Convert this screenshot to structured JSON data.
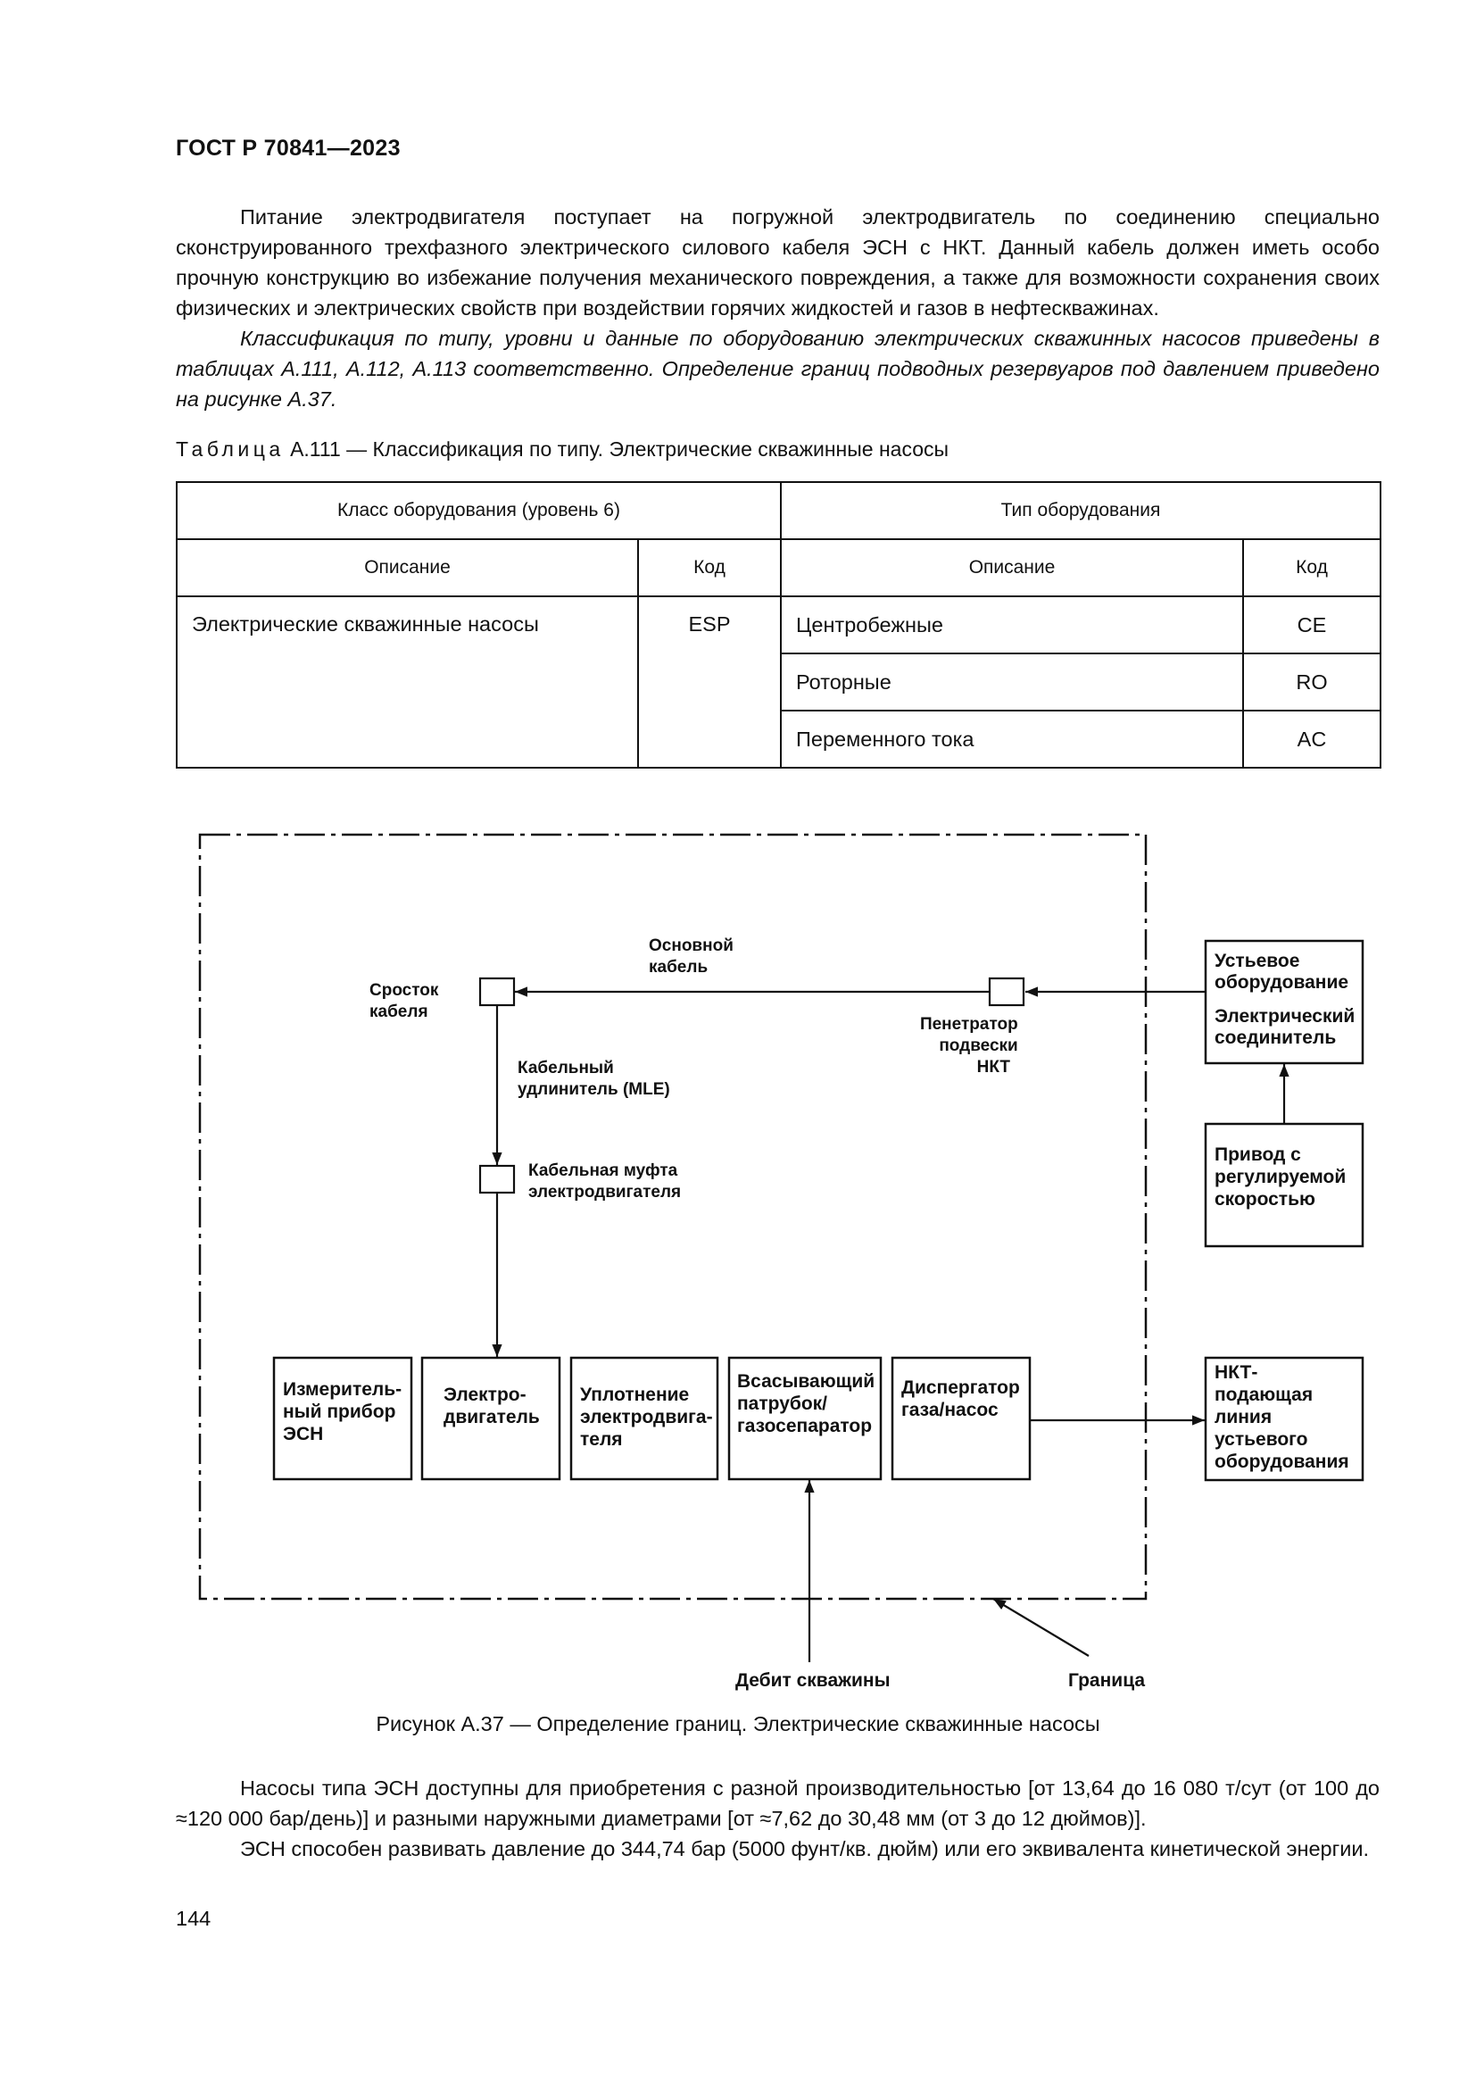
{
  "header": "ГОСТ Р 70841—2023",
  "paragraphs": [
    "Питание электродвигателя поступает на погружной электродвигатель по соединению специально сконструированного трехфазного электрического силового кабеля ЭСН с НКТ. Данный кабель должен иметь особо прочную конструкцию во избежание получения механического повреждения, а также для возможности сохранения своих физических и электрических свойств при воздействии горячих жидкостей и газов в нефтескважинах.",
    "Классификация по типу, уровни и данные по оборудованию электрических скважинных насосов приведены в таблицах А.111, А.112, А.113 соответственно. Определение границ подводных резервуаров под давлением приведено на рисунке А.37."
  ],
  "table": {
    "caption_word": "Таблица",
    "caption_rest": " А.111 — Классификация по типу. Электрические скважинные насосы",
    "group1": "Класс оборудования (уровень 6)",
    "group2": "Тип оборудования",
    "col_desc": "Описание",
    "col_code": "Код",
    "class_desc": "Электрические скважинные насосы",
    "class_code": "ESP",
    "types": [
      {
        "desc": "Центробежные",
        "code": "CE"
      },
      {
        "desc": "Роторные",
        "code": "RO"
      },
      {
        "desc": "Переменного тока",
        "code": "AC"
      }
    ]
  },
  "figure": {
    "labels": {
      "main_cable": [
        "Основной",
        "кабель"
      ],
      "splice": [
        "Сросток",
        "кабеля"
      ],
      "penetrator": [
        "Пенетратор",
        "подвески",
        "НКТ"
      ],
      "extension": [
        "Кабельный",
        "удлинитель (MLE)"
      ],
      "motor_coupling": [
        "Кабельная муфта",
        "электродвигателя"
      ],
      "well_flow": [
        "Дебит скважины"
      ],
      "boundary": [
        "Граница"
      ]
    },
    "boxes": {
      "wellhead": [
        "Устьевое",
        "оборудование",
        "Электрический",
        "соединитель"
      ],
      "vsd": [
        "Привод с",
        "регулируемой",
        "скоростью"
      ],
      "flowline": [
        "НКТ-",
        "подающая",
        "линия",
        "устьевого",
        "оборудования"
      ],
      "gauge": [
        "Измеритель-",
        "ный прибор",
        "ЭСН"
      ],
      "motor": [
        "Электро-",
        "двигатель"
      ],
      "seal": [
        "Уплотнение",
        "электродвига-",
        "теля"
      ],
      "intake": [
        "Всасывающий",
        "патрубок/",
        "газосепаратор"
      ],
      "pump": [
        "Диспергатор",
        "газа/насос"
      ]
    },
    "caption": "Рисунок А.37 — Определение границ. Электрические скважинные насосы"
  },
  "after_paragraphs": [
    "Насосы типа ЭСН доступны для приобретения с разной производительностью [от 13,64 до 16 080 т/сут (от 100 до ≈120 000 бар/день)] и разными наружными диаметрами [от ≈7,62 до 30,48 мм (от 3 до 12 дюймов)].",
    "ЭСН способен развивать давление до 344,74 бар (5000 фунт/кв. дюйм) или его эквивалента кинетической энергии."
  ],
  "page_number": "144"
}
